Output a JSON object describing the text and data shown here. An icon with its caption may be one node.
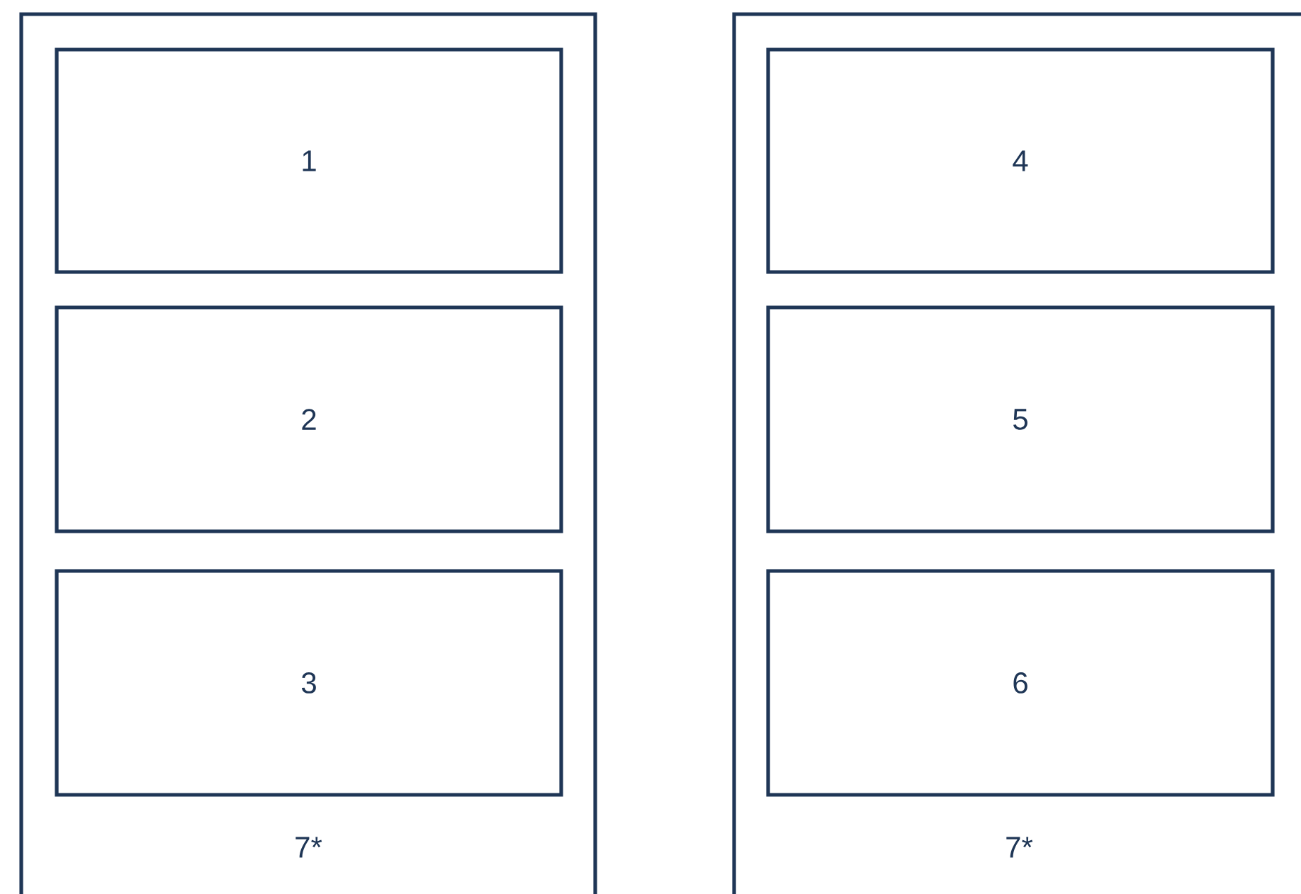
{
  "diagram": {
    "nodes": [
      {
        "text": [
          "7*"
        ]
      },
      {
        "text": [
          "1"
        ],
        "in": 0
      },
      {
        "text": [
          "2"
        ],
        "in": 0
      },
      {
        "text": [
          "3"
        ],
        "in": 0
      },
      {
        "text": [
          "7*"
        ]
      },
      {
        "text": [
          "4"
        ],
        "in": 4
      },
      {
        "text": [
          "5"
        ],
        "in": 4
      },
      {
        "text": [
          "6"
        ],
        "in": 4
      }
    ]
  }
}
